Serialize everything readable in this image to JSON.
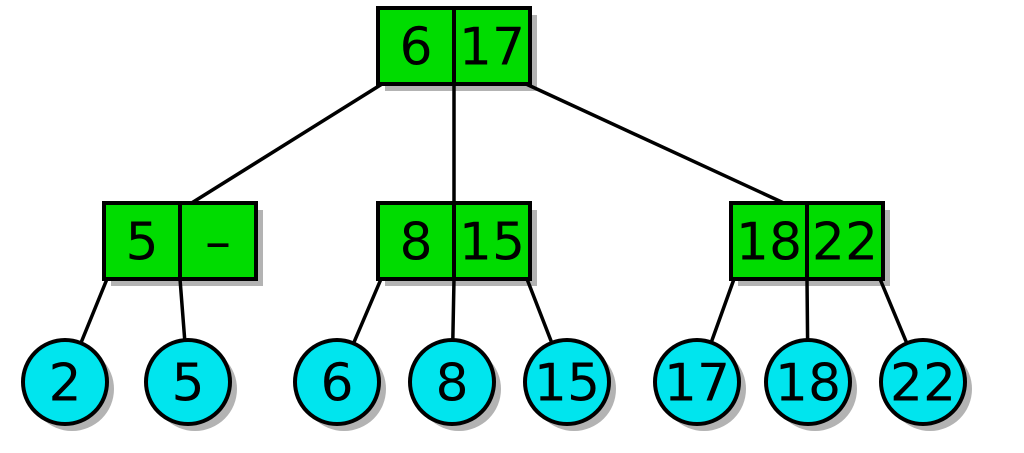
{
  "diagram": {
    "type": "b-tree",
    "description": "Two-level B-tree (2-3 tree) with green internal key boxes and cyan leaf circles",
    "root": {
      "keys": [
        "6",
        "17"
      ]
    },
    "internal_nodes": [
      {
        "keys": [
          "5",
          "–"
        ]
      },
      {
        "keys": [
          "8",
          "15"
        ]
      },
      {
        "keys": [
          "18",
          "22"
        ]
      }
    ],
    "leaf_nodes": [
      "2",
      "5",
      "6",
      "8",
      "15",
      "17",
      "18",
      "22"
    ],
    "structure": {
      "root_children": [
        "5 –",
        "8 15",
        "18 22"
      ],
      "internal_children": [
        [
          "2",
          "5"
        ],
        [
          "6",
          "8",
          "15"
        ],
        [
          "17",
          "18",
          "22"
        ]
      ]
    },
    "colors": {
      "internal_fill": "#00dc00",
      "leaf_fill": "#00e5ee",
      "outline": "#000000",
      "shadow": "#b3b3b3",
      "background": "#ffffff"
    }
  }
}
